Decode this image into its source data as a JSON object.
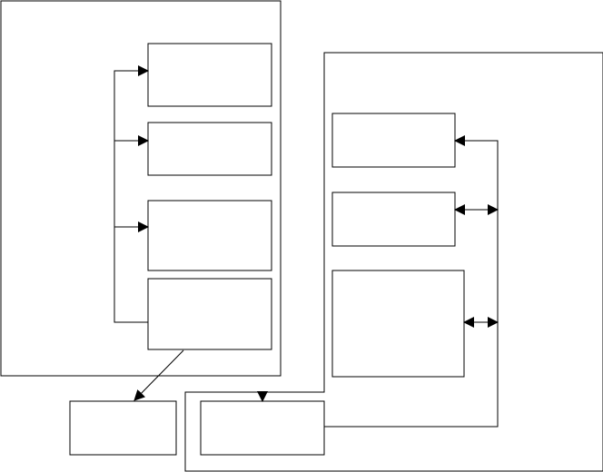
{
  "diagram": {
    "colors": {
      "stroke": "#000000",
      "connector": "#000000",
      "background": "#ffffff"
    },
    "left_group": {
      "box_count": 4,
      "arrowheads": 3
    },
    "right_group": {
      "box_count": 4,
      "bidirectional_arrows": 2
    }
  }
}
